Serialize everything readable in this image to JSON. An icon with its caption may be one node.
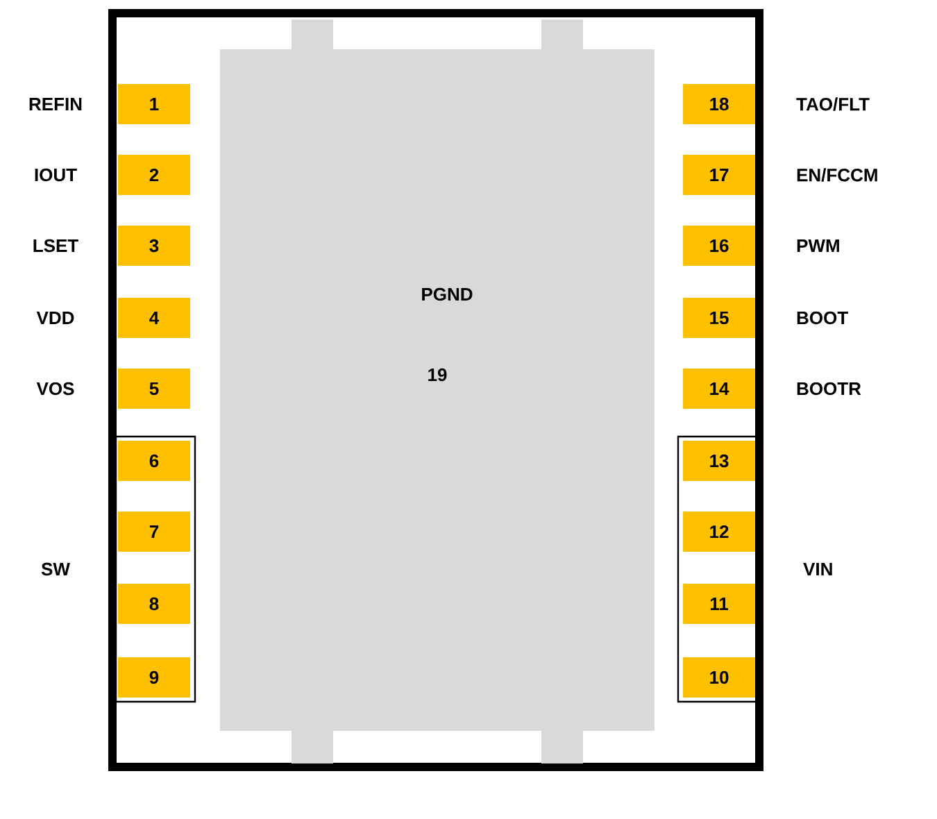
{
  "diagram": {
    "nodes": [
      {
        "text": [],
        "shape": "box"
      },
      {
        "text": [
          "1"
        ],
        "in": 0,
        "beside": [
          "REFIN"
        ]
      },
      {
        "text": [
          "2"
        ],
        "in": 0,
        "beside": [
          "IOUT"
        ]
      },
      {
        "text": [
          "3"
        ],
        "in": 0,
        "beside": [
          "LSET"
        ]
      },
      {
        "text": [
          "4"
        ],
        "in": 0,
        "beside": [
          "VDD"
        ]
      },
      {
        "text": [
          "5"
        ],
        "in": 0,
        "beside": [
          "VOS"
        ]
      },
      {
        "text": [
          "SW"
        ],
        "in": 0
      },
      {
        "text": [
          "6"
        ],
        "in": 6
      },
      {
        "text": [
          "7"
        ],
        "in": 6
      },
      {
        "text": [
          "8"
        ],
        "in": 6
      },
      {
        "text": [
          "9"
        ],
        "in": 6
      },
      {
        "text": [
          "PGND",
          "19"
        ],
        "in": 0
      },
      {
        "text": [
          "18"
        ],
        "in": 0,
        "beside": [
          "TAO/FLT"
        ]
      },
      {
        "text": [
          "17"
        ],
        "in": 0,
        "beside": [
          "EN/FCCM"
        ]
      },
      {
        "text": [
          "16"
        ],
        "in": 0,
        "beside": [
          "PWM"
        ]
      },
      {
        "text": [
          "15"
        ],
        "in": 0,
        "beside": [
          "BOOT"
        ]
      },
      {
        "text": [
          "14"
        ],
        "in": 0,
        "beside": [
          "BOOTR"
        ]
      },
      {
        "text": [
          "VIN"
        ],
        "in": 0
      },
      {
        "text": [
          "13"
        ],
        "in": 17
      },
      {
        "text": [
          "12"
        ],
        "in": 17
      },
      {
        "text": [
          "11"
        ],
        "in": 17
      },
      {
        "text": [
          "10"
        ],
        "in": 17
      }
    ]
  }
}
